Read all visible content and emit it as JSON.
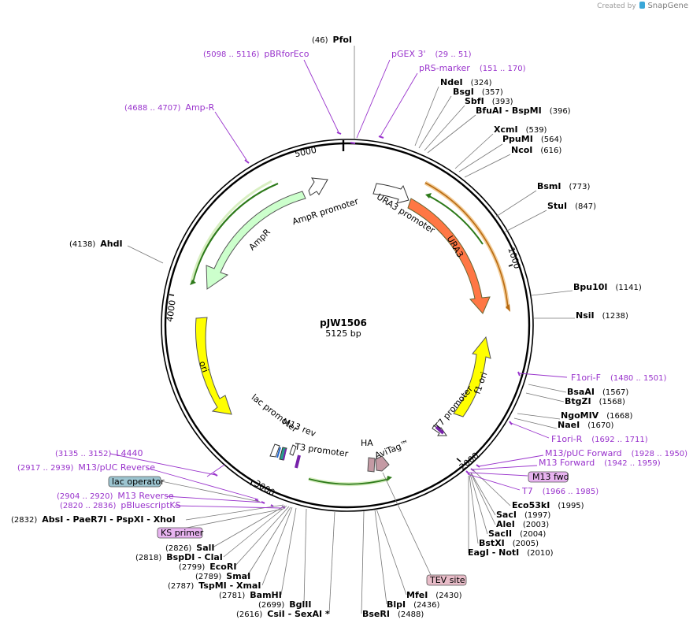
{
  "credit": {
    "prefix": "Created by",
    "brand": "SnapGene"
  },
  "plasmid": {
    "name": "pJW1506",
    "size_label": "5125 bp"
  },
  "ruler": [
    {
      "label": "1000"
    },
    {
      "label": "2000"
    },
    {
      "label": "3000"
    },
    {
      "label": "4000"
    },
    {
      "label": "5000"
    }
  ],
  "features": [
    {
      "id": "ampr-promoter",
      "label": "AmpR promoter",
      "color": "#ffffff"
    },
    {
      "id": "ampr",
      "label": "AmpR",
      "color": "#ccffcc"
    },
    {
      "id": "ura3-promoter",
      "label": "URA3 promoter",
      "color": "#ffffff"
    },
    {
      "id": "ura3",
      "label": "URA3",
      "color": "#ff7744"
    },
    {
      "id": "ori",
      "label": "ori",
      "color": "#ffff00"
    },
    {
      "id": "f1-ori",
      "label": "f1 ori",
      "color": "#ffff00"
    },
    {
      "id": "t7-promoter",
      "label": "T7 promoter",
      "color": "#ffffff"
    },
    {
      "id": "lac-promoter",
      "label": "lac promoter",
      "color": "#ffffff"
    },
    {
      "id": "m13-rev",
      "label": "M13 rev",
      "color": "#ffffff"
    },
    {
      "id": "t3-promoter",
      "label": "T3 promoter",
      "color": "#ffffff"
    },
    {
      "id": "ha",
      "label": "HA",
      "color": "#c49aa4"
    },
    {
      "id": "avitag",
      "label": "AviTag™",
      "color": "#c49aa4"
    }
  ],
  "sites": [
    {
      "name": "PfoI",
      "pos": "(46)"
    },
    {
      "name": "NdeI",
      "pos": "(324)"
    },
    {
      "name": "BsgI",
      "pos": "(357)"
    },
    {
      "name": "SbfI",
      "pos": "(393)"
    },
    {
      "name": "BfuAI  - BspMI",
      "pos": "(396)"
    },
    {
      "name": "XcmI",
      "pos": "(539)"
    },
    {
      "name": "PpuMI",
      "pos": "(564)"
    },
    {
      "name": "NcoI",
      "pos": "(616)"
    },
    {
      "name": "BsmI",
      "pos": "(773)"
    },
    {
      "name": "StuI",
      "pos": "(847)"
    },
    {
      "name": "Bpu10I",
      "pos": "(1141)"
    },
    {
      "name": "NsiI",
      "pos": "(1238)"
    },
    {
      "name": "BsaAI",
      "pos": "(1567)"
    },
    {
      "name": "BtgZI",
      "pos": "(1568)"
    },
    {
      "name": "NgoMIV",
      "pos": "(1668)"
    },
    {
      "name": "NaeI",
      "pos": "(1670)"
    },
    {
      "name": "Eco53kI",
      "pos": "(1995)"
    },
    {
      "name": "SacI",
      "pos": "(1997)"
    },
    {
      "name": "AleI",
      "pos": "(2003)"
    },
    {
      "name": "SacII",
      "pos": "(2004)"
    },
    {
      "name": "BstXI",
      "pos": "(2005)"
    },
    {
      "name": "EagI  - NotI",
      "pos": "(2010)"
    },
    {
      "name": "MfeI",
      "pos": "(2430)"
    },
    {
      "name": "BlpI",
      "pos": "(2436)"
    },
    {
      "name": "BseRI",
      "pos": "(2488)"
    },
    {
      "name": "CsiI  - SexAI *",
      "pos": "(2616)"
    },
    {
      "name": "BglII",
      "pos": "(2699)"
    },
    {
      "name": "BamHI",
      "pos": "(2781)"
    },
    {
      "name": "TspMI  - XmaI",
      "pos": "(2787)"
    },
    {
      "name": "SmaI",
      "pos": "(2789)"
    },
    {
      "name": "EcoRI",
      "pos": "(2799)"
    },
    {
      "name": "BspDI  - ClaI",
      "pos": "(2818)"
    },
    {
      "name": "SalI",
      "pos": "(2826)"
    },
    {
      "name": "AbsI  - PaeR7I  - PspXI  - XhoI",
      "pos": "(2832)"
    },
    {
      "name": "AhdI",
      "pos": "(4138)"
    }
  ],
  "primers": [
    {
      "name": "pGEX 3'",
      "pos": "(29 .. 51)"
    },
    {
      "name": "pBRforEco",
      "pos": "(5098 .. 5116)"
    },
    {
      "name": "pRS-marker",
      "pos": "(151 .. 170)"
    },
    {
      "name": "Amp-R",
      "pos": "(4688 .. 4707)"
    },
    {
      "name": "F1ori-F",
      "pos": "(1480 .. 1501)"
    },
    {
      "name": "F1ori-R",
      "pos": "(1692 .. 1711)"
    },
    {
      "name": "M13/pUC Forward",
      "pos": "(1928 .. 1950)"
    },
    {
      "name": "M13 Forward",
      "pos": "(1942 .. 1959)"
    },
    {
      "name": "T7",
      "pos": "(1966 .. 1985)"
    },
    {
      "name": "L4440",
      "pos": "(3135 .. 3152)"
    },
    {
      "name": "M13/pUC Reverse",
      "pos": "(2917 .. 2939)"
    },
    {
      "name": "M13 Reverse",
      "pos": "(2904 .. 2920)"
    },
    {
      "name": "pBluescriptKS",
      "pos": "(2820 .. 2836)"
    }
  ],
  "boxes": [
    {
      "label": "M13 fwd",
      "color": "#e8b4f0"
    },
    {
      "label": "lac operator",
      "color": "#9cc4d0"
    },
    {
      "label": "KS primer",
      "color": "#e8b4f0"
    },
    {
      "label": "TEV site",
      "color": "#e8bcc8"
    }
  ]
}
